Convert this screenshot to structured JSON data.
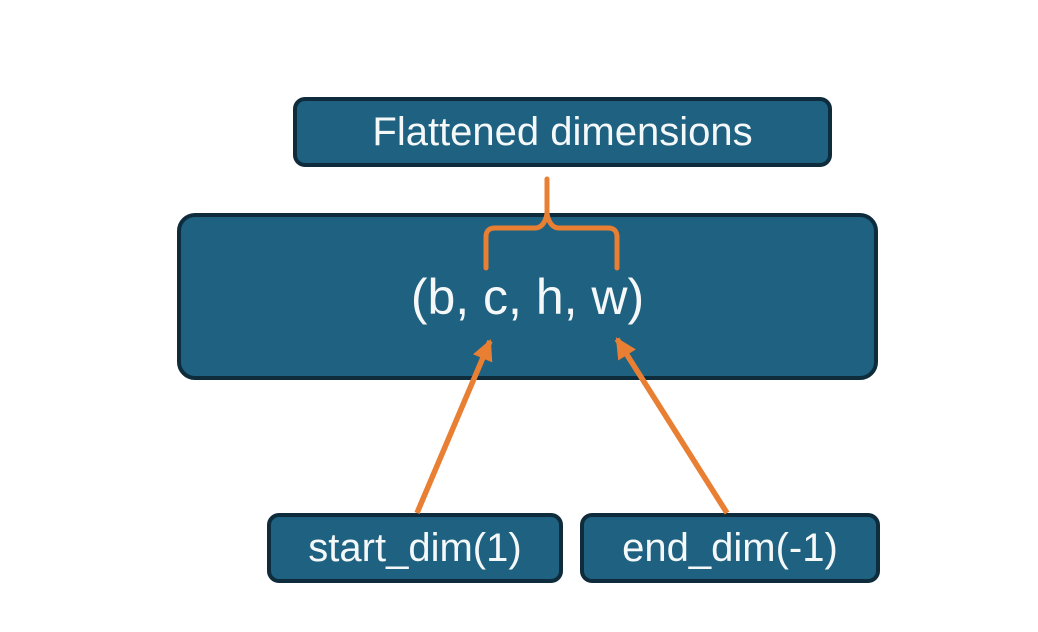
{
  "diagram": {
    "title_box": {
      "label": "Flattened dimensions"
    },
    "tensor_box": {
      "label": "(b, c, h, w)"
    },
    "param_boxes": [
      {
        "id": "start_dim",
        "label": "start_dim(1)"
      },
      {
        "id": "end_dim",
        "label": "end_dim(-1)"
      }
    ],
    "colors": {
      "box_fill": "#1e6180",
      "box_border": "#0e2c3b",
      "arrow": "#e87f33",
      "text": "#f5f8f9",
      "background": "#ffffff"
    }
  }
}
